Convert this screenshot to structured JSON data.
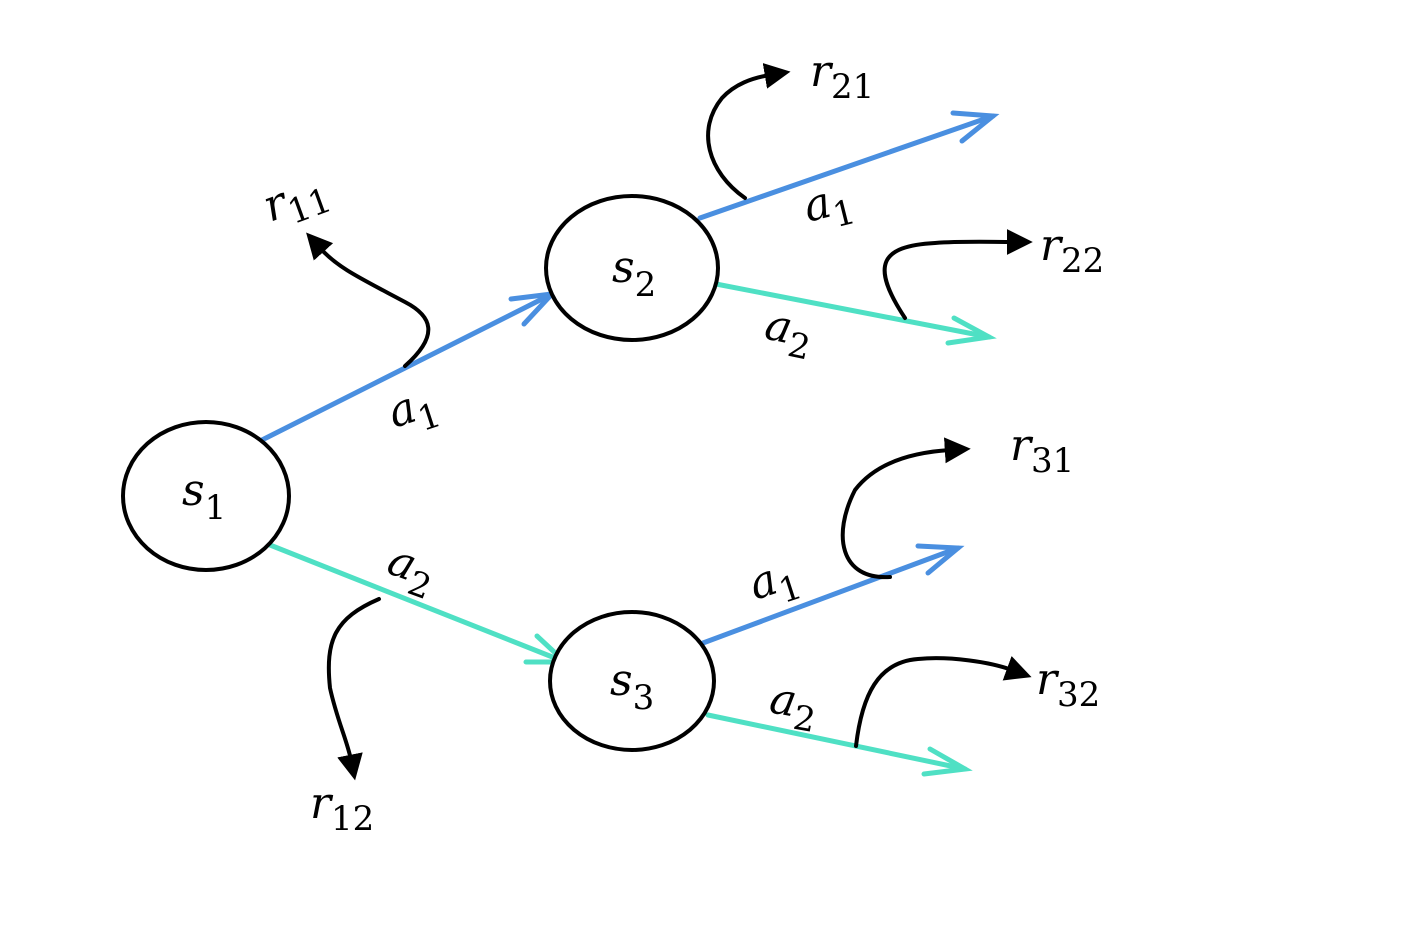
{
  "colors": {
    "action_1": "#4a8fe0",
    "action_2": "#4fe0c4",
    "node_stroke": "#000000",
    "reward_arrow": "#000000"
  },
  "states": [
    {
      "id": "s1",
      "symbol": "s",
      "sub": "1"
    },
    {
      "id": "s2",
      "symbol": "s",
      "sub": "2"
    },
    {
      "id": "s3",
      "symbol": "s",
      "sub": "3"
    }
  ],
  "actions": [
    {
      "id": "s1-a1",
      "symbol": "a",
      "sub": "1"
    },
    {
      "id": "s1-a2",
      "symbol": "a",
      "sub": "2"
    },
    {
      "id": "s2-a1",
      "symbol": "a",
      "sub": "1"
    },
    {
      "id": "s2-a2",
      "symbol": "a",
      "sub": "2"
    },
    {
      "id": "s3-a1",
      "symbol": "a",
      "sub": "1"
    },
    {
      "id": "s3-a2",
      "symbol": "a",
      "sub": "2"
    }
  ],
  "rewards": [
    {
      "id": "r11",
      "symbol": "r",
      "sub": "11"
    },
    {
      "id": "r12",
      "symbol": "r",
      "sub": "12"
    },
    {
      "id": "r21",
      "symbol": "r",
      "sub": "21"
    },
    {
      "id": "r22",
      "symbol": "r",
      "sub": "22"
    },
    {
      "id": "r31",
      "symbol": "r",
      "sub": "31"
    },
    {
      "id": "r32",
      "symbol": "r",
      "sub": "32"
    }
  ]
}
